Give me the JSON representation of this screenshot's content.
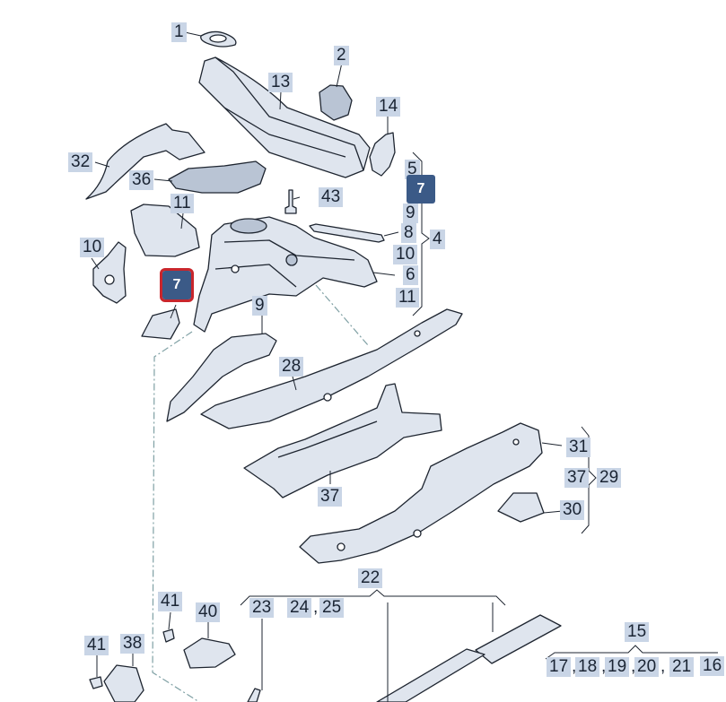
{
  "labels": {
    "p1": "1",
    "p2": "2",
    "p13": "13",
    "p14": "14",
    "p32": "32",
    "p36": "36",
    "p11a": "11",
    "p43": "43",
    "p5": "5",
    "p7a": "7",
    "p9a": "9",
    "p8": "8",
    "p4": "4",
    "p10a": "10",
    "p10b": "10",
    "p6": "6",
    "p11b": "11",
    "p7b": "7",
    "p9b": "9",
    "p28": "28",
    "p31": "31",
    "p37a": "37",
    "p29": "29",
    "p37b": "37",
    "p30": "30",
    "p22": "22",
    "p41a": "41",
    "p40": "40",
    "p23": "23",
    "p24": "24",
    "p25": "25",
    "p41b": "41",
    "p38": "38",
    "p15": "15",
    "p17": "17",
    "p18": "18",
    "p19": "19",
    "p20": "20",
    "p21": "21",
    "p16": "16"
  },
  "colors": {
    "part_fill": "#dfe5ee",
    "part_shade": "#b9c4d4",
    "part_stroke": "#1e2530",
    "label_bg": "#c9d5e6",
    "label_dark_bg": "#3b5a87",
    "highlight": "#c9262c",
    "dash": "#7fa0a4"
  }
}
